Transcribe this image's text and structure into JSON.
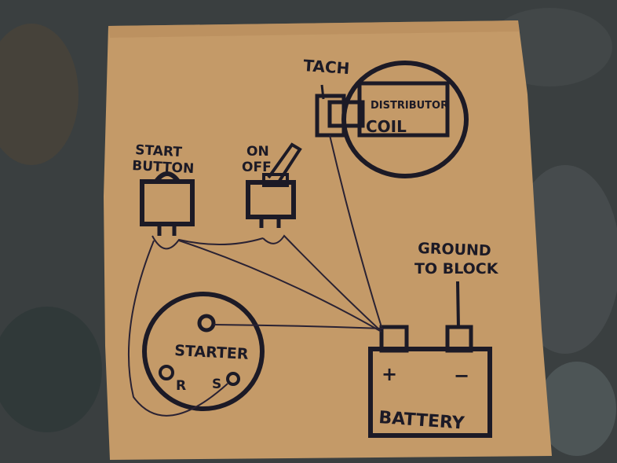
{
  "diagram": {
    "labels": {
      "tach": "TACH",
      "distributor": "DISTRIBUTOR",
      "coil": "COIL",
      "start_line1": "START",
      "start_line2": "BUTTON",
      "on": "ON",
      "off": "OFF",
      "ground_line1": "GROUND",
      "ground_line2": "TO BLOCK",
      "starter": "STARTER",
      "r": "R",
      "s": "S",
      "plus": "+",
      "minus": "−",
      "battery": "BATTERY"
    }
  }
}
